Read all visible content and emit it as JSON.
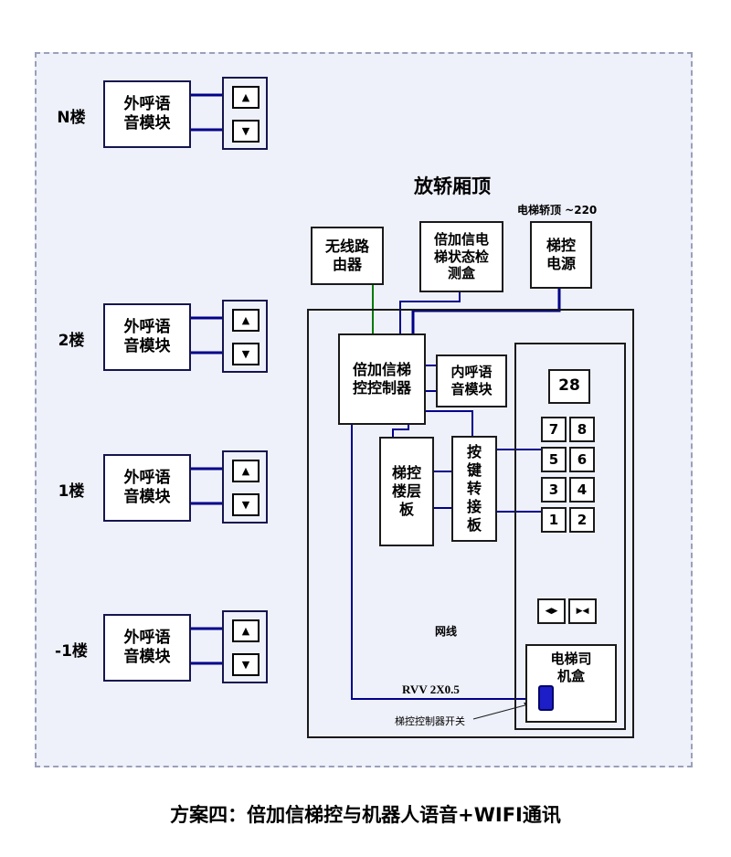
{
  "caption": "方案四：倍加信梯控与机器人语音+WIFI通讯",
  "title": "放轿厢顶",
  "power_note": "电梯轿顶 ~220",
  "floors": [
    {
      "label": "N楼",
      "module": "外呼语音模块"
    },
    {
      "label": "2楼",
      "module": "外呼语音模块"
    },
    {
      "label": "1楼",
      "module": "外呼语音模块"
    },
    {
      "label": "-1楼",
      "module": "外呼语音模块"
    }
  ],
  "boxes": {
    "router": "无线路由器",
    "detector": "倍加信电梯状态检测盒",
    "power": "梯控电源",
    "controller": "倍加信梯控控制器",
    "internal_voice": "内呼语音模块",
    "floor_board": "梯控楼层板",
    "key_adapter": "按键转接板",
    "driver_box": "电梯司机盒"
  },
  "panel": {
    "display": "28",
    "buttons": [
      "7",
      "8",
      "5",
      "6",
      "3",
      "4",
      "1",
      "2"
    ]
  },
  "icons": {
    "up": "▲",
    "down": "▼",
    "door_open": "◀▶",
    "door_close": "▶◀"
  },
  "labels": {
    "network_cable": "网线",
    "cable_spec": "RVV 2X0.5",
    "controller_switch": "梯控控制器开关"
  },
  "colors": {
    "wire_blue": "#00008B",
    "wire_green": "#007a00",
    "switch_fill": "#1e1ec8",
    "area_bg": "#eef0fa"
  }
}
